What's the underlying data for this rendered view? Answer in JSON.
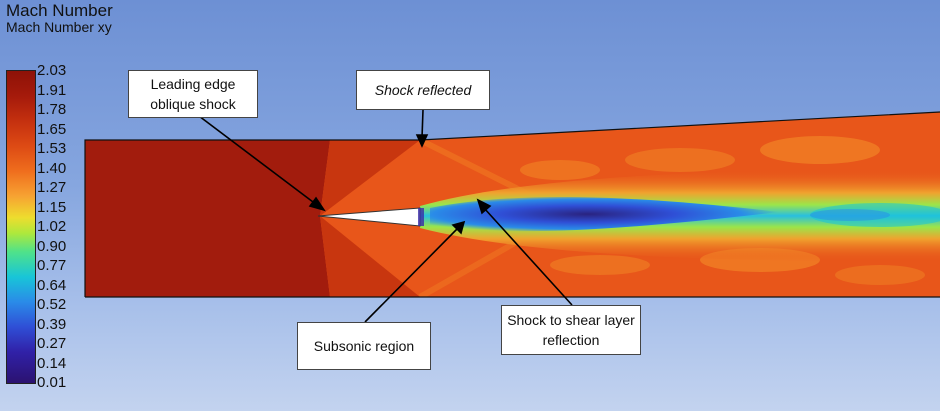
{
  "legend": {
    "title": "Mach Number",
    "subtitle": "Mach Number xy",
    "ticks": [
      "2.03",
      "1.91",
      "1.78",
      "1.65",
      "1.53",
      "1.40",
      "1.27",
      "1.15",
      "1.02",
      "0.90",
      "0.77",
      "0.64",
      "0.52",
      "0.39",
      "0.27",
      "0.14",
      "0.01"
    ]
  },
  "annotations": {
    "leading_edge": "Leading edge oblique shock",
    "shock_reflected": "Shock reflected",
    "subsonic": "Subsonic region",
    "shear_layer": "Shock to shear layer reflection"
  },
  "colors": {
    "freestream": "#a21c0d",
    "post_shock": "#e8561a",
    "subsonic_core": "#2a2fa5",
    "background": "#86a6df"
  }
}
